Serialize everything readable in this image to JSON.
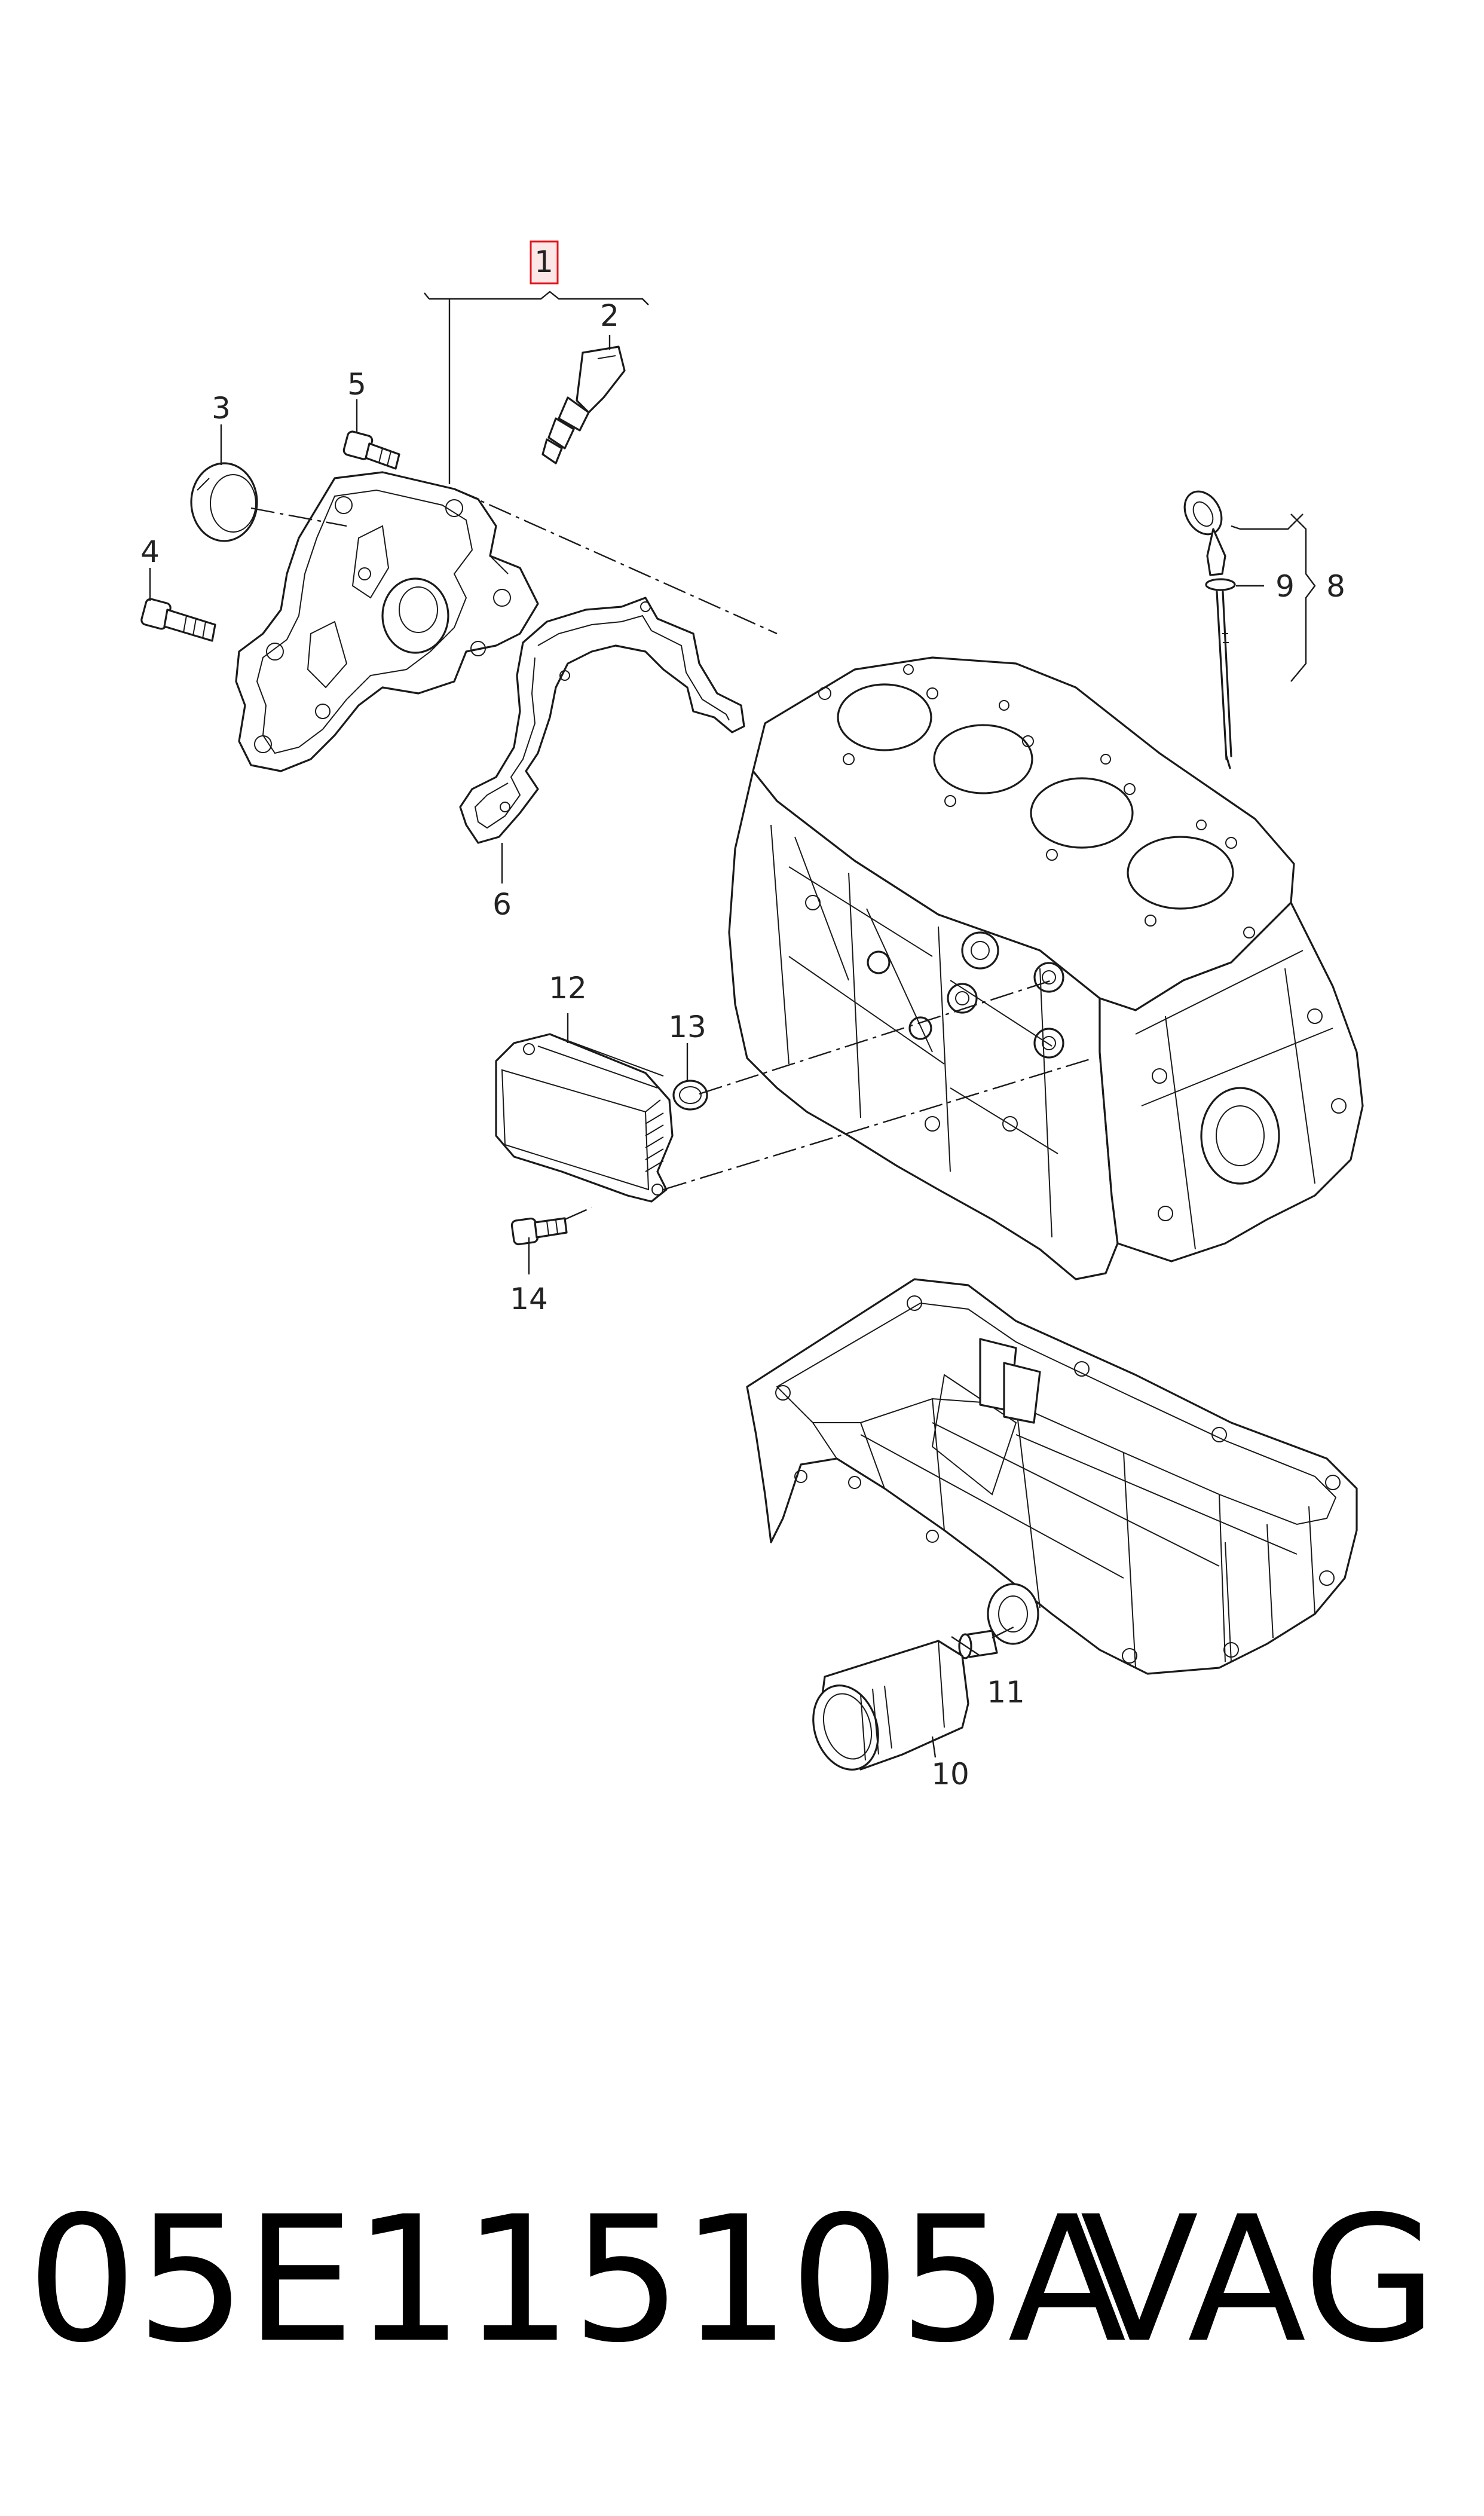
{
  "callouts": [
    {
      "id": "1",
      "text": "1"
    },
    {
      "id": "2",
      "text": "2"
    },
    {
      "id": "3",
      "text": "3"
    },
    {
      "id": "4",
      "text": "4"
    },
    {
      "id": "5",
      "text": "5"
    },
    {
      "id": "6",
      "text": "6"
    },
    {
      "id": "8",
      "text": "8"
    },
    {
      "id": "9",
      "text": "9"
    },
    {
      "id": "10",
      "text": "10"
    },
    {
      "id": "11",
      "text": "11"
    },
    {
      "id": "12",
      "text": "12"
    },
    {
      "id": "13",
      "text": "13"
    },
    {
      "id": "14",
      "text": "14"
    }
  ],
  "highlight_color": "#e0161e",
  "caption": {
    "part_number": "05E115105A",
    "brand": "VAG"
  }
}
